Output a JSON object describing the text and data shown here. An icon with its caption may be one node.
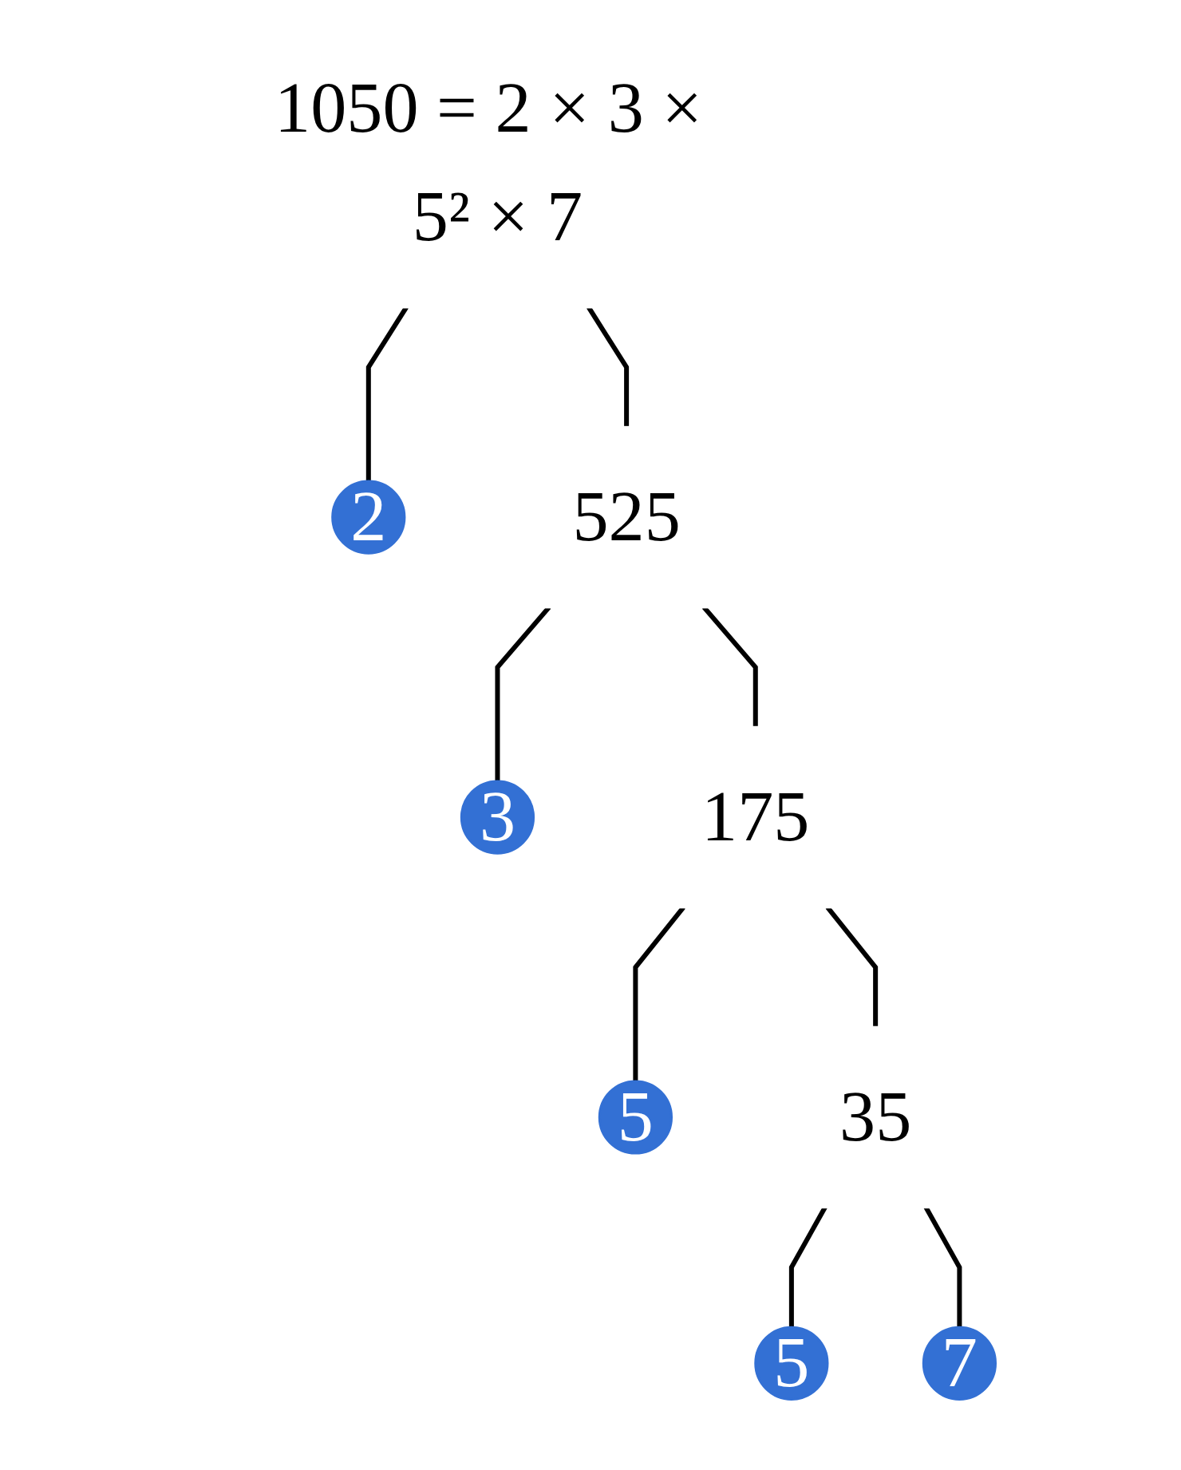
{
  "diagram": {
    "nodes": [
      {
        "text": [
          "1050 = 2 × 3 × 5² × 7"
        ]
      },
      {
        "text": [
          "2"
        ]
      },
      {
        "text": [
          "525"
        ]
      },
      {
        "text": [
          "3"
        ]
      },
      {
        "text": [
          "175"
        ]
      },
      {
        "text": [
          "5"
        ]
      },
      {
        "text": [
          "35"
        ]
      },
      {
        "text": [
          "5"
        ]
      },
      {
        "text": [
          "7"
        ]
      }
    ],
    "edges": [
      {
        "from": 0,
        "to": 1,
        "arrow": "none"
      },
      {
        "from": 0,
        "to": 2,
        "arrow": "none"
      },
      {
        "from": 2,
        "to": 3,
        "arrow": "none"
      },
      {
        "from": 2,
        "to": 4,
        "arrow": "none"
      },
      {
        "from": 4,
        "to": 5,
        "arrow": "none"
      },
      {
        "from": 4,
        "to": 6,
        "arrow": "none"
      },
      {
        "from": 6,
        "to": 7,
        "arrow": "none"
      },
      {
        "from": 6,
        "to": 8,
        "arrow": "none"
      }
    ]
  }
}
